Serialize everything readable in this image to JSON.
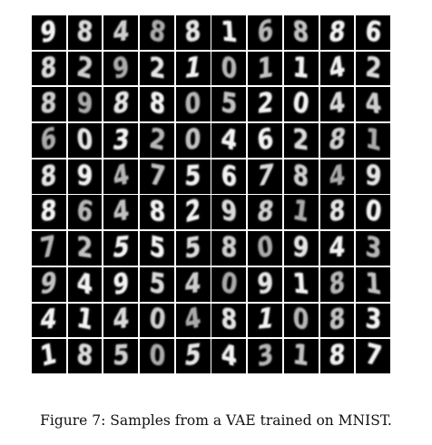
{
  "figure": {
    "caption": "Figure 7: Samples from a VAE trained on MNIST.",
    "grid": [
      [
        "9",
        "8",
        "4",
        "8",
        "8",
        "1",
        "6",
        "8",
        "8",
        "6"
      ],
      [
        "8",
        "2",
        "9",
        "2",
        "1",
        "0",
        "1",
        "1",
        "4",
        "2"
      ],
      [
        "8",
        "9",
        "8",
        "8",
        "0",
        "5",
        "2",
        "0",
        "4",
        "4"
      ],
      [
        "6",
        "0",
        "3",
        "2",
        "0",
        "4",
        "6",
        "2",
        "8",
        "1"
      ],
      [
        "8",
        "9",
        "4",
        "7",
        "5",
        "6",
        "7",
        "8",
        "4",
        "9"
      ],
      [
        "8",
        "6",
        "4",
        "8",
        "2",
        "9",
        "8",
        "1",
        "8",
        "0"
      ],
      [
        "7",
        "2",
        "5",
        "5",
        "5",
        "8",
        "0",
        "9",
        "4",
        "3"
      ],
      [
        "9",
        "4",
        "9",
        "5",
        "4",
        "0",
        "9",
        "1",
        "8",
        "1"
      ],
      [
        "4",
        "1",
        "4",
        "0",
        "4",
        "8",
        "1",
        "0",
        "8",
        "3"
      ],
      [
        "1",
        "8",
        "5",
        "0",
        "5",
        "4",
        "3",
        "1",
        "8",
        "7"
      ]
    ]
  }
}
